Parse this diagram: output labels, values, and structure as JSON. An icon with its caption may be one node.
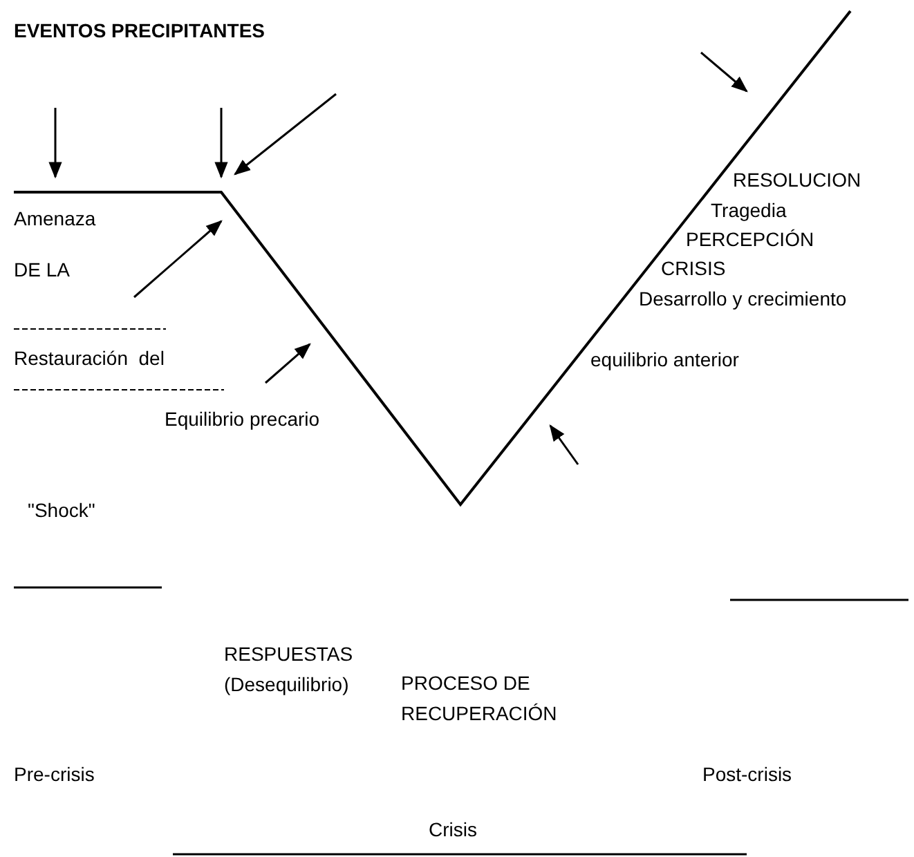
{
  "diagram": {
    "title": "EVENTOS PRECIPITANTES",
    "labels": [
      "Amenaza",
      "DE LA",
      "Restauración  del",
      "Equilibrio precario",
      "\"Shock\"",
      "RESOLUCION",
      "Tragedia",
      "PERCEPCIÓN",
      "CRISIS",
      "Desarrollo y crecimiento",
      "equilibrio anterior",
      "RESPUESTAS",
      "(Desequilibrio)",
      "PROCESO DE",
      "RECUPERACIÓN",
      "Pre-crisis",
      "Post-crisis",
      "Crisis"
    ]
  }
}
